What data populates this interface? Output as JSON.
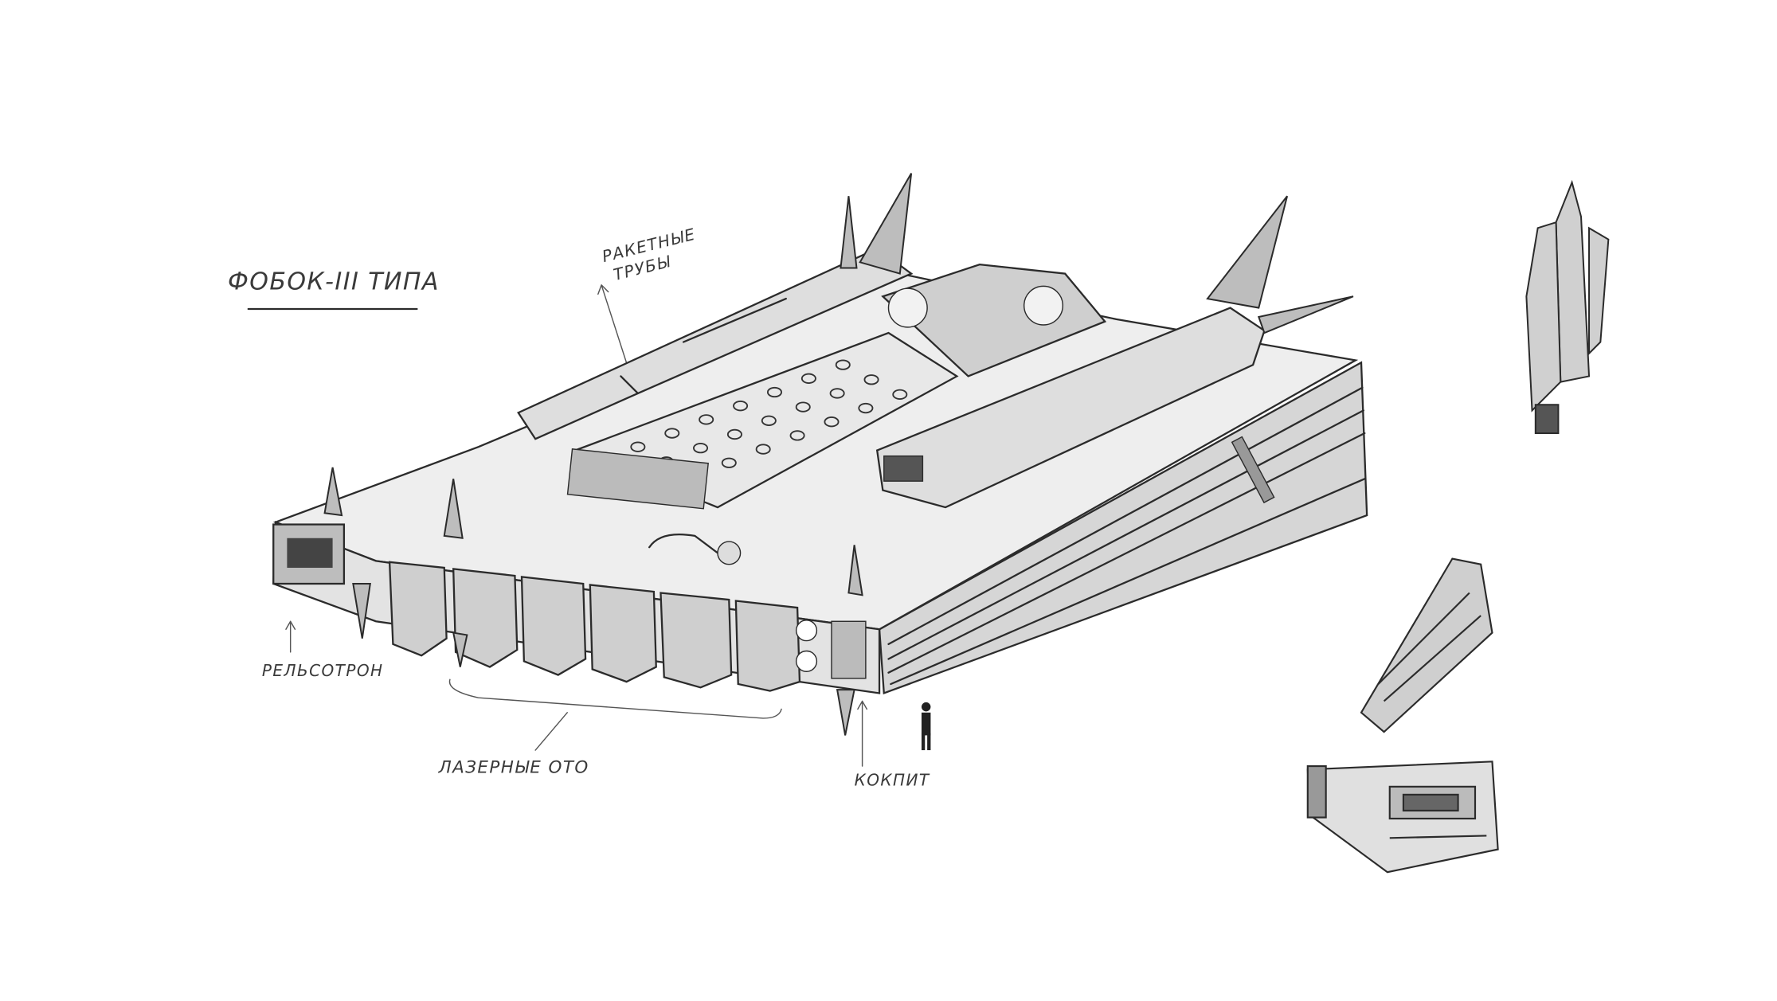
{
  "drawing": {
    "title": "ФОБОК-III ТИПА",
    "labels": {
      "missile_tubes_line1": "РАКЕТНЫЕ",
      "missile_tubes_line2": "ТРУБЫ",
      "railgun": "РЕЛЬСОТРОН",
      "laser_weapons": "ЛАЗЕРНЫЕ ОТО",
      "cockpit": "КОКПИТ"
    },
    "colors": {
      "pencil": "#2b2b2b",
      "shade": "#cfcfcf",
      "paper": "#ffffff"
    }
  }
}
